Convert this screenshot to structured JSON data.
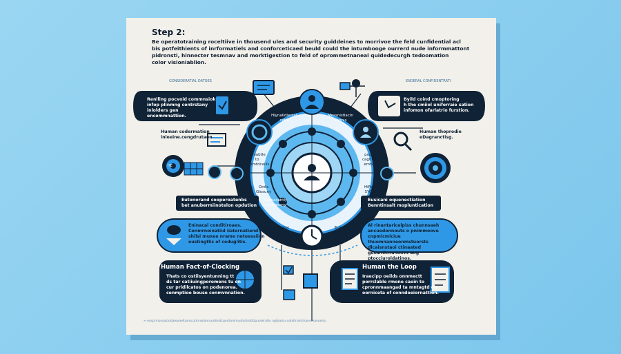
{
  "title": "Step 2:",
  "intro_lines": [
    "Be operatotraining roceltiive in thousend ules and security guiddeines to morrivoe the feld cunfidential acl",
    "bis potfeithients of inrformatiels and conforceticaed beuld could the intumbooge ourrerd nude informmattont",
    "pidronsti, hinnecter tesmnav and morktigestion to feld of oprommetnaneal quidedecurgh tedoomation",
    "color visioniablion."
  ],
  "tags": {
    "top_left": "GONSIDERATIAL DATOES",
    "top_right": "ENDERAL CONFIDENTRATI"
  },
  "panels": {
    "top_left": [
      "Renlling pocvoid commnsiok",
      "infop plinmng contrstany",
      "inlolders gen encommnattion."
    ],
    "top_right": [
      "Byild coind cmoptoring",
      "h the cmiiol uniforraie sation",
      "infomon ofarlatrio furstion."
    ],
    "left_note": [
      "Human codermation",
      "inleeine.cengdrutaon"
    ],
    "right_note": [
      "Human thoprodie",
      "eDagranctisg."
    ],
    "mid_left_bar": [
      "Eutonorand cooperoatenbs",
      "bet anubermiinotelon opdution"
    ],
    "mid_right_bar": [
      "Eusicani oquenectiation",
      "Benntinsalt mopluntication"
    ],
    "blue_left": [
      "Eninacal conditiroaes.",
      "Conmrnoinatiid iiaternatiend",
      "shilsi muxee nrame netuessiion",
      "eustingtlis of ceduglitis."
    ],
    "blue_right": [
      "Al rinantaricelpiss chunnsaeh",
      "ancuedonnouts o pnimmoove cnpmicmiciue",
      "thuomnanneonmstuorsts dlcaisnstaoi ctinaated",
      "geosnticnunoovs aog ptocciuroldatinos."
    ],
    "bottom_left": {
      "heading": "Human Fact-of-Clocking",
      "body": [
        "Thats co ostiisyentunning tt",
        "ds tar catiiuingporomens tu on",
        "cur pridilcatos on podenorea.",
        "cenmptioo bouse conmvnnation."
      ]
    },
    "bottom_right": {
      "heading": "Human the Loop",
      "body": [
        "Iraecipp oeilds onnmectt",
        "porrclable rmone caoin to",
        "cpronnmaangad ta mntagtd on",
        "oorniceta of conndoeiornattion."
      ]
    }
  },
  "ring_labels": {
    "top_left": [
      "Hlynalldlectat",
      "cxtik"
    ],
    "top_right": [
      "Mossnistlacin",
      "cnitnis"
    ],
    "left": [
      "Innlabtle",
      "to",
      "proimtdcailis"
    ],
    "right": [
      "pogoin",
      "cagticele",
      "emtiles"
    ],
    "lower_left": [
      "Ordis",
      "Glosuny"
    ],
    "lower_right": [
      "HiFe",
      "SYO"
    ],
    "inner_lower_left": [
      "Surtuicantly",
      "encugnany"
    ],
    "bottom_left": [
      "Concerntotor"
    ],
    "bottom_right": [
      "Ecelute",
      "shatolier"
    ],
    "icon_badge": "HE"
  },
  "footer": "≈ exsprinocoaciodaieuaeltunncutmnisionnuutmatcgontaninnudiutisstitipuoteratio ngtoatsu oatsltnantinanomanuelcu"
}
